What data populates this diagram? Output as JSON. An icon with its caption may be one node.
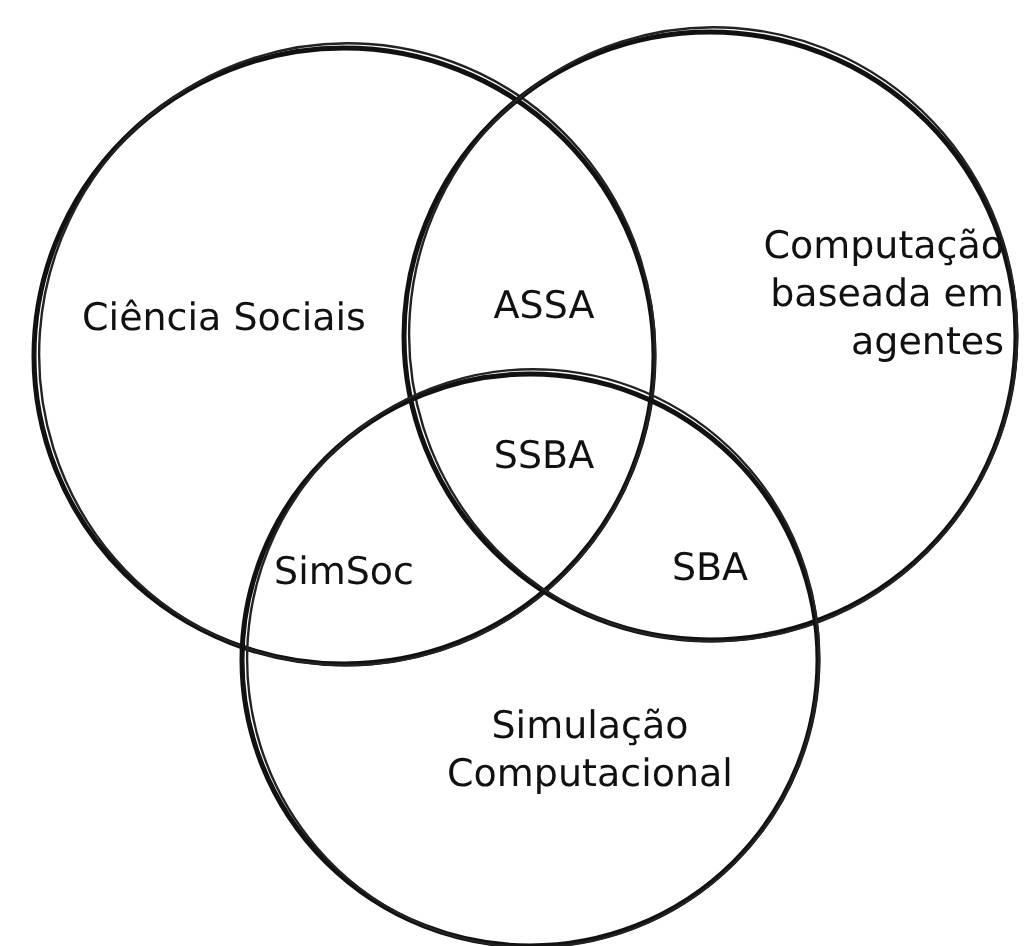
{
  "diagram": {
    "nodes": [
      {
        "text": [
          "Ciência Sociais"
        ]
      },
      {
        "text": [
          "Computação baseada em agentes"
        ]
      },
      {
        "text": [
          "Simulação Computacional"
        ]
      }
    ],
    "labels": [
      "ASSA",
      "SSBA",
      "SimSoc",
      "SBA"
    ]
  }
}
